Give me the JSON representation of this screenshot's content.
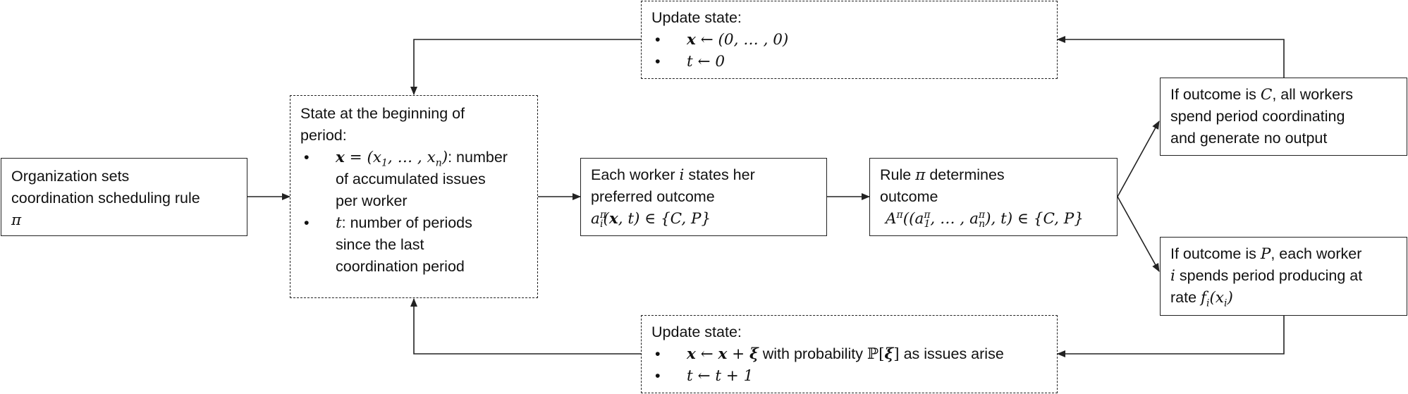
{
  "nodes": {
    "org": {
      "lines": [
        "Organization sets",
        "coordination scheduling rule",
        "π"
      ]
    },
    "state": {
      "title_lines": [
        "State at the beginning of",
        "period:"
      ],
      "bullet1": {
        "symbol": "x",
        "eq": " = (x",
        "sub1": "1",
        "mid": ", … , x",
        "subn": "n",
        "close": ")",
        "text": ": number",
        "cont": [
          "of accumulated issues",
          "per worker"
        ]
      },
      "bullet2": {
        "symbol": "t",
        "text": ": number of periods",
        "cont": [
          "since the last",
          "coordination period"
        ]
      }
    },
    "worker": {
      "line1_pre": "Each worker ",
      "line1_var": "i",
      "line1_post": " states her",
      "line2": "preferred outcome",
      "line3": {
        "a": "a",
        "sub": "i",
        "sup": "π",
        "args_pre": "(",
        "x": "x",
        "args_post": ", t)",
        "set": " ∈ {C, P}"
      }
    },
    "rule": {
      "line1_pre": "Rule ",
      "line1_var": "π",
      "line1_post": " determines",
      "line2": "outcome",
      "line3": {
        "A": "A",
        "sup": "π",
        "open": "((a",
        "sub1": "1",
        "sup1": "π",
        "mid": ", … , a",
        "subn": "n",
        "supn": "π",
        "close": "), t)",
        "set": " ∈ {C, P}"
      }
    },
    "outcomeC": {
      "line1_pre": "If outcome is ",
      "line1_var": "C",
      "line1_post": ", all workers",
      "line2": "spend period coordinating",
      "line3": "and generate no output"
    },
    "outcomeP": {
      "line1_pre": "If outcome is ",
      "line1_var": "P",
      "line1_post": ", each worker",
      "line2_var": "i",
      "line2_post": " spends period producing at",
      "line3_pre": "rate ",
      "line3_f": "f",
      "line3_sub": "i",
      "line3_open": "(x",
      "line3_xsub": "i",
      "line3_close": ")"
    },
    "update_top": {
      "title": "Update state:",
      "b1": {
        "x": "x",
        "rest": " ← (0, … , 0)"
      },
      "b2": {
        "t": "t",
        "rest": " ← 0"
      }
    },
    "update_bottom": {
      "title": "Update state:",
      "b1": {
        "x": "x",
        "arrow": " ← ",
        "x2": "x",
        "plus": " + ",
        "xi": "ξ",
        "text": " with probability ",
        "P": "ℙ",
        "br_open": "[",
        "xi2": "ξ",
        "br_close": "]",
        "tail": " as issues arise"
      },
      "b2": {
        "t": "t",
        "rest": " ← t + 1"
      }
    }
  },
  "colors": {
    "line": "#222222",
    "background": "#ffffff"
  }
}
